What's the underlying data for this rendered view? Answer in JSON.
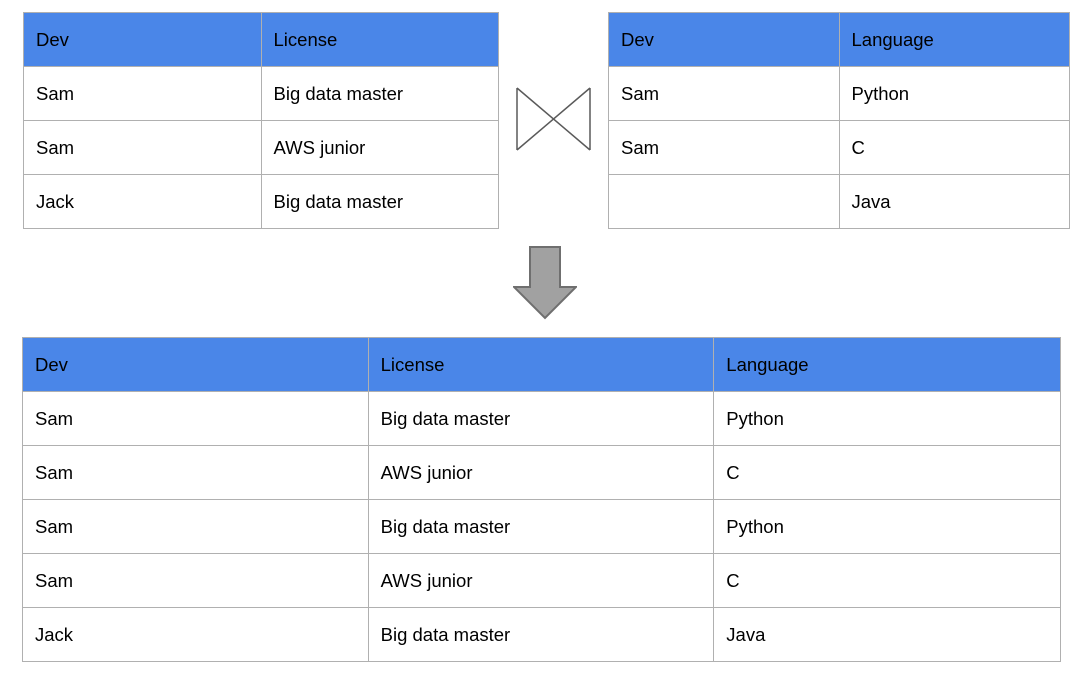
{
  "tables": {
    "left": {
      "headers": [
        "Dev",
        "License"
      ],
      "rows": [
        [
          "Sam",
          "Big data master"
        ],
        [
          "Sam",
          "AWS junior"
        ],
        [
          "Jack",
          "Big data master"
        ]
      ]
    },
    "right": {
      "headers": [
        "Dev",
        "Language"
      ],
      "rows": [
        [
          "Sam",
          "Python"
        ],
        [
          "Sam",
          "C"
        ],
        [
          "",
          "Java"
        ]
      ]
    },
    "result": {
      "headers": [
        "Dev",
        "License",
        "Language"
      ],
      "rows": [
        [
          "Sam",
          "Big data master",
          "Python"
        ],
        [
          "Sam",
          "AWS junior",
          "C"
        ],
        [
          "Sam",
          "Big data master",
          "Python"
        ],
        [
          "Sam",
          "AWS junior",
          "C"
        ],
        [
          "Jack",
          "Big data master",
          "Java"
        ]
      ]
    }
  },
  "icons": {
    "join": "bowtie-join-icon",
    "arrow": "down-arrow-icon"
  },
  "colors": {
    "header_bg": "#4a86e8",
    "table_border": "#b0b0b0",
    "arrow_fill": "#a1a1a1",
    "arrow_stroke": "#6f6f6f",
    "join_stroke": "#5a5a5a"
  }
}
